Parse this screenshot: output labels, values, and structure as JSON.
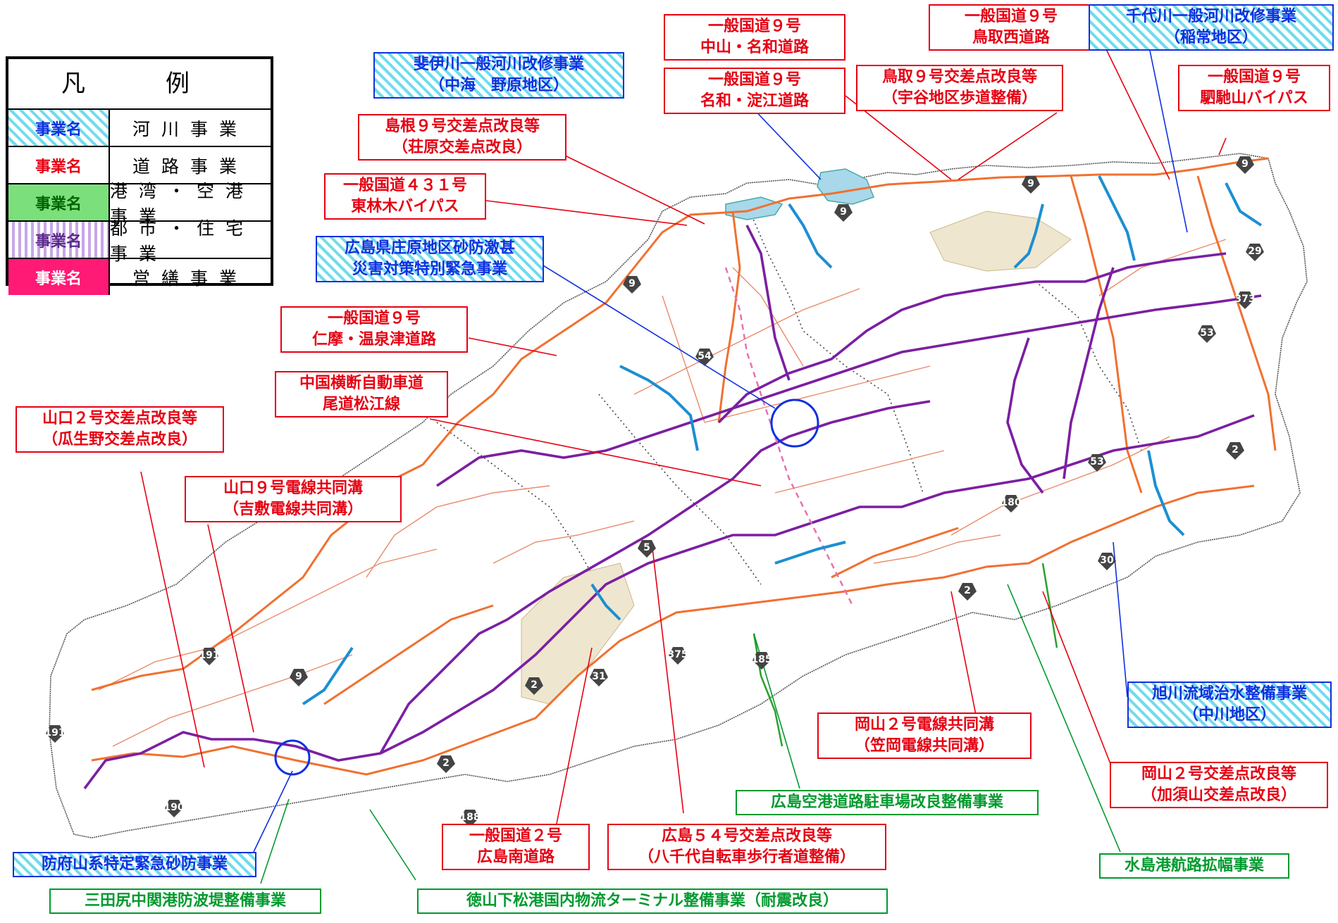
{
  "legend": {
    "title": "凡　例",
    "rows": [
      {
        "swatch": "事業名",
        "label": "河川事業"
      },
      {
        "swatch": "事業名",
        "label": "道路事業"
      },
      {
        "swatch": "事業名",
        "label": "港湾・空港事業"
      },
      {
        "swatch": "事業名",
        "label": "都市・住宅事業"
      },
      {
        "swatch": "事業名",
        "label": "営繕事業"
      }
    ]
  },
  "labels": {
    "nakaumi": [
      "斐伊川一般河川改修事業",
      "（中海　野原地区）"
    ],
    "nakayama": [
      "一般国道９号",
      "中山・名和道路"
    ],
    "nawa": [
      "一般国道９号",
      "名和・淀江道路"
    ],
    "tottori_nishi": [
      "一般国道９号",
      "鳥取西道路"
    ],
    "sendai": [
      "千代川一般河川改修事業",
      "（稲常地区）"
    ],
    "tottori9": [
      "鳥取９号交差点改良等",
      "（宇谷地区歩道整備）"
    ],
    "komagae": [
      "一般国道９号",
      "駟馳山バイパス"
    ],
    "shimane9": [
      "島根９号交差点改良等",
      "（荘原交差点改良）"
    ],
    "r431": [
      "一般国道４３１号",
      "東林木バイパス"
    ],
    "shobara": [
      "広島県庄原地区砂防激甚",
      "災害対策特別緊急事業"
    ],
    "nima": [
      "一般国道９号",
      "仁摩・温泉津道路"
    ],
    "chugoku": [
      "中国横断自動車道",
      "尾道松江線"
    ],
    "yamaguchi2": [
      "山口２号交差点改良等",
      "（瓜生野交差点改良）"
    ],
    "yamaguchi9": [
      "山口９号電線共同溝",
      "（吉敷電線共同溝）"
    ],
    "asahikawa": [
      "旭川流域治水整備事業",
      "（中川地区）"
    ],
    "okayama2cable": [
      "岡山２号電線共同溝",
      "（笠岡電線共同溝）"
    ],
    "okayama2int": [
      "岡山２号交差点改良等",
      "（加須山交差点改良）"
    ],
    "airport": [
      "広島空港道路駐車場改良整備事業"
    ],
    "hofu": [
      "防府山系特定緊急砂防事業"
    ],
    "hiroshima_minami": [
      "一般国道２号",
      "広島南道路"
    ],
    "hiroshima54": [
      "広島５４号交差点改良等",
      "（八千代自転車歩行者道整備）"
    ],
    "mizushima": [
      "水島港航路拡幅事業"
    ],
    "mitajiri": [
      "三田尻中関港防波堤整備事業"
    ],
    "tokuyama": [
      "徳山下松港国内物流ターミナル整備事業（耐震改良）"
    ]
  },
  "shields": [
    "9",
    "9",
    "9",
    "9",
    "29",
    "373",
    "53",
    "54",
    "53",
    "2",
    "180",
    "30",
    "2",
    "5",
    "2",
    "31",
    "375",
    "185",
    "2",
    "9",
    "191",
    "191",
    "190",
    "188"
  ],
  "colors": {
    "road": "#e60012",
    "river": "#1030e0",
    "port": "#009a2e",
    "city": "#7b1fa2",
    "building": "#ff1a75"
  }
}
